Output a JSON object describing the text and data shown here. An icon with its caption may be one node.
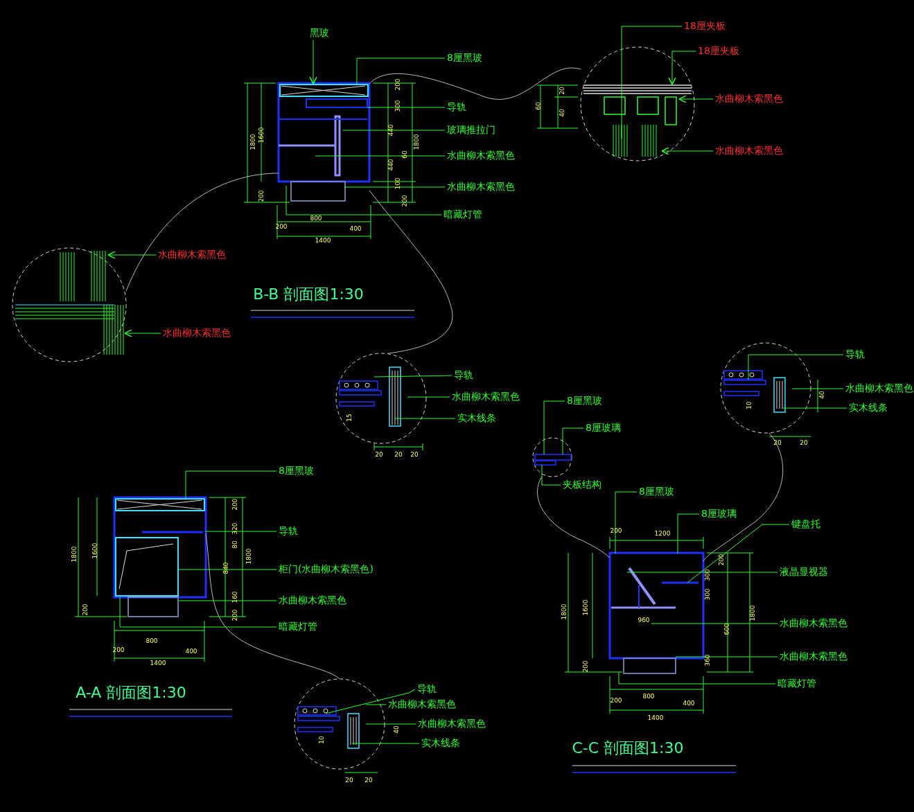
{
  "diagram": {
    "nodes": [
      {
        "text": [
          "黑玻"
        ]
      },
      {
        "text": [
          "8厘黑玻"
        ]
      },
      {
        "text": [
          "导轨"
        ]
      },
      {
        "text": [
          "玻璃推拉门"
        ]
      },
      {
        "text": [
          "水曲柳木索黑色"
        ]
      },
      {
        "text": [
          "水曲柳木索黑色"
        ]
      },
      {
        "text": [
          "暗藏灯管"
        ]
      },
      {
        "text": [
          "18厘夹板"
        ]
      },
      {
        "text": [
          "18厘夹板"
        ]
      },
      {
        "text": [
          "水曲柳木索黑色"
        ]
      },
      {
        "text": [
          "水曲柳木索黑色"
        ]
      },
      {
        "text": [
          "水曲柳木索黑色"
        ]
      },
      {
        "text": [
          "水曲柳木索黑色"
        ]
      },
      {
        "text": [
          "导轨"
        ]
      },
      {
        "text": [
          "水曲柳木索黑色"
        ]
      },
      {
        "text": [
          "实木线条"
        ]
      },
      {
        "text": [
          "8厘黑玻"
        ]
      },
      {
        "text": [
          "导轨"
        ]
      },
      {
        "text": [
          "柜门(水曲柳木索黑色)"
        ]
      },
      {
        "text": [
          "水曲柳木索黑色"
        ]
      },
      {
        "text": [
          "暗藏灯管"
        ]
      },
      {
        "text": [
          "导轨"
        ]
      },
      {
        "text": [
          "水曲柳木索黑色"
        ]
      },
      {
        "text": [
          "水曲柳木索黑色"
        ]
      },
      {
        "text": [
          "实木线条"
        ]
      },
      {
        "text": [
          "导轨"
        ]
      },
      {
        "text": [
          "水曲柳木索黑色"
        ]
      },
      {
        "text": [
          "实木线条"
        ]
      },
      {
        "text": [
          "8厘黑玻"
        ]
      },
      {
        "text": [
          "8厘玻璃"
        ]
      },
      {
        "text": [
          "夹板结构"
        ]
      },
      {
        "text": [
          "8厘黑玻"
        ]
      },
      {
        "text": [
          "8厘玻璃"
        ]
      },
      {
        "text": [
          "键盘托"
        ]
      },
      {
        "text": [
          "液晶显视器"
        ]
      },
      {
        "text": [
          "水曲柳木索黑色"
        ]
      },
      {
        "text": [
          "水曲柳木索黑色"
        ]
      },
      {
        "text": [
          "暗藏灯管"
        ]
      },
      {
        "text": [],
        "shape": "picture"
      },
      {
        "text": [],
        "shape": "picture"
      },
      {
        "text": [],
        "shape": "picture"
      },
      {
        "text": [],
        "shape": "picture"
      },
      {
        "text": [],
        "shape": "picture"
      },
      {
        "text": [],
        "shape": "picture"
      },
      {
        "text": [],
        "shape": "picture"
      },
      {
        "text": [],
        "shape": "picture"
      },
      {
        "text": [],
        "shape": "picture"
      }
    ],
    "edges": [
      {
        "from": 0,
        "to": 38,
        "arrow": "to"
      },
      {
        "from": 1,
        "to": 38,
        "arrow": "none"
      },
      {
        "from": 2,
        "to": 38,
        "arrow": "none"
      },
      {
        "from": 3,
        "to": 38,
        "arrow": "none"
      },
      {
        "from": 4,
        "to": 38,
        "arrow": "none"
      },
      {
        "from": 5,
        "to": 38,
        "arrow": "none"
      },
      {
        "from": 6,
        "to": 38,
        "arrow": "none"
      },
      {
        "from": 7,
        "to": 39,
        "arrow": "none"
      },
      {
        "from": 8,
        "to": 39,
        "arrow": "to"
      },
      {
        "from": 9,
        "to": 39,
        "arrow": "to"
      },
      {
        "from": 10,
        "to": 39,
        "arrow": "to"
      },
      {
        "from": 11,
        "to": 40,
        "arrow": "to"
      },
      {
        "from": 12,
        "to": 40,
        "arrow": "to"
      },
      {
        "from": 13,
        "to": 41,
        "arrow": "none"
      },
      {
        "from": 14,
        "to": 41,
        "arrow": "none"
      },
      {
        "from": 15,
        "to": 41,
        "arrow": "none"
      },
      {
        "from": 16,
        "to": 42,
        "arrow": "none"
      },
      {
        "from": 17,
        "to": 42,
        "arrow": "none"
      },
      {
        "from": 18,
        "to": 42,
        "arrow": "none"
      },
      {
        "from": 19,
        "to": 42,
        "arrow": "none"
      },
      {
        "from": 20,
        "to": 42,
        "arrow": "none"
      },
      {
        "from": 21,
        "to": 43,
        "arrow": "none"
      },
      {
        "from": 22,
        "to": 43,
        "arrow": "none"
      },
      {
        "from": 23,
        "to": 43,
        "arrow": "none"
      },
      {
        "from": 24,
        "to": 43,
        "arrow": "none"
      },
      {
        "from": 25,
        "to": 44,
        "arrow": "none"
      },
      {
        "from": 26,
        "to": 44,
        "arrow": "none"
      },
      {
        "from": 27,
        "to": 44,
        "arrow": "none"
      },
      {
        "from": 28,
        "to": 45,
        "arrow": "none"
      },
      {
        "from": 29,
        "to": 45,
        "arrow": "none"
      },
      {
        "from": 30,
        "to": 45,
        "arrow": "none"
      },
      {
        "from": 31,
        "to": 46,
        "arrow": "none"
      },
      {
        "from": 32,
        "to": 46,
        "arrow": "none"
      },
      {
        "from": 33,
        "to": 46,
        "arrow": "none"
      },
      {
        "from": 34,
        "to": 46,
        "arrow": "none"
      },
      {
        "from": 35,
        "to": 46,
        "arrow": "none"
      },
      {
        "from": 36,
        "to": 46,
        "arrow": "none"
      },
      {
        "from": 37,
        "to": 46,
        "arrow": "none"
      },
      {
        "from": 38,
        "to": 39,
        "arrow": "none",
        "color": "#bbbbbb"
      },
      {
        "from": 40,
        "to": 38,
        "arrow": "none",
        "color": "#bbbbbb"
      },
      {
        "from": 38,
        "to": 41,
        "arrow": "none",
        "color": "#bbbbbb"
      },
      {
        "from": 42,
        "to": 43,
        "arrow": "none",
        "color": "#bbbbbb"
      },
      {
        "from": 45,
        "to": 46,
        "arrow": "none",
        "color": "#bbbbbb"
      },
      {
        "from": 44,
        "to": 46,
        "arrow": "none",
        "color": "#bbbbbb"
      }
    ],
    "labels": [
      "1800",
      "1600",
      "200",
      "200",
      "300",
      "440",
      "60",
      "440",
      "1800",
      "100",
      "200",
      "800",
      "200",
      "400",
      "1400",
      "B-B 剖面图1:30",
      "20",
      "40",
      "60",
      "15",
      "20",
      "20",
      "20",
      "1800",
      "1600",
      "200",
      "200",
      "320",
      "80",
      "840",
      "160",
      "200",
      "1800",
      "800",
      "200",
      "400",
      "1400",
      "A-A 剖面图1:30",
      "10",
      "40",
      "20",
      "20",
      "10",
      "40",
      "20",
      "20",
      "200",
      "1200",
      "1800",
      "1600",
      "200",
      "200",
      "300",
      "300",
      "960",
      "600",
      "360",
      "1800",
      "800",
      "200",
      "400",
      "1400",
      "C-C 剖面图1:30"
    ]
  }
}
